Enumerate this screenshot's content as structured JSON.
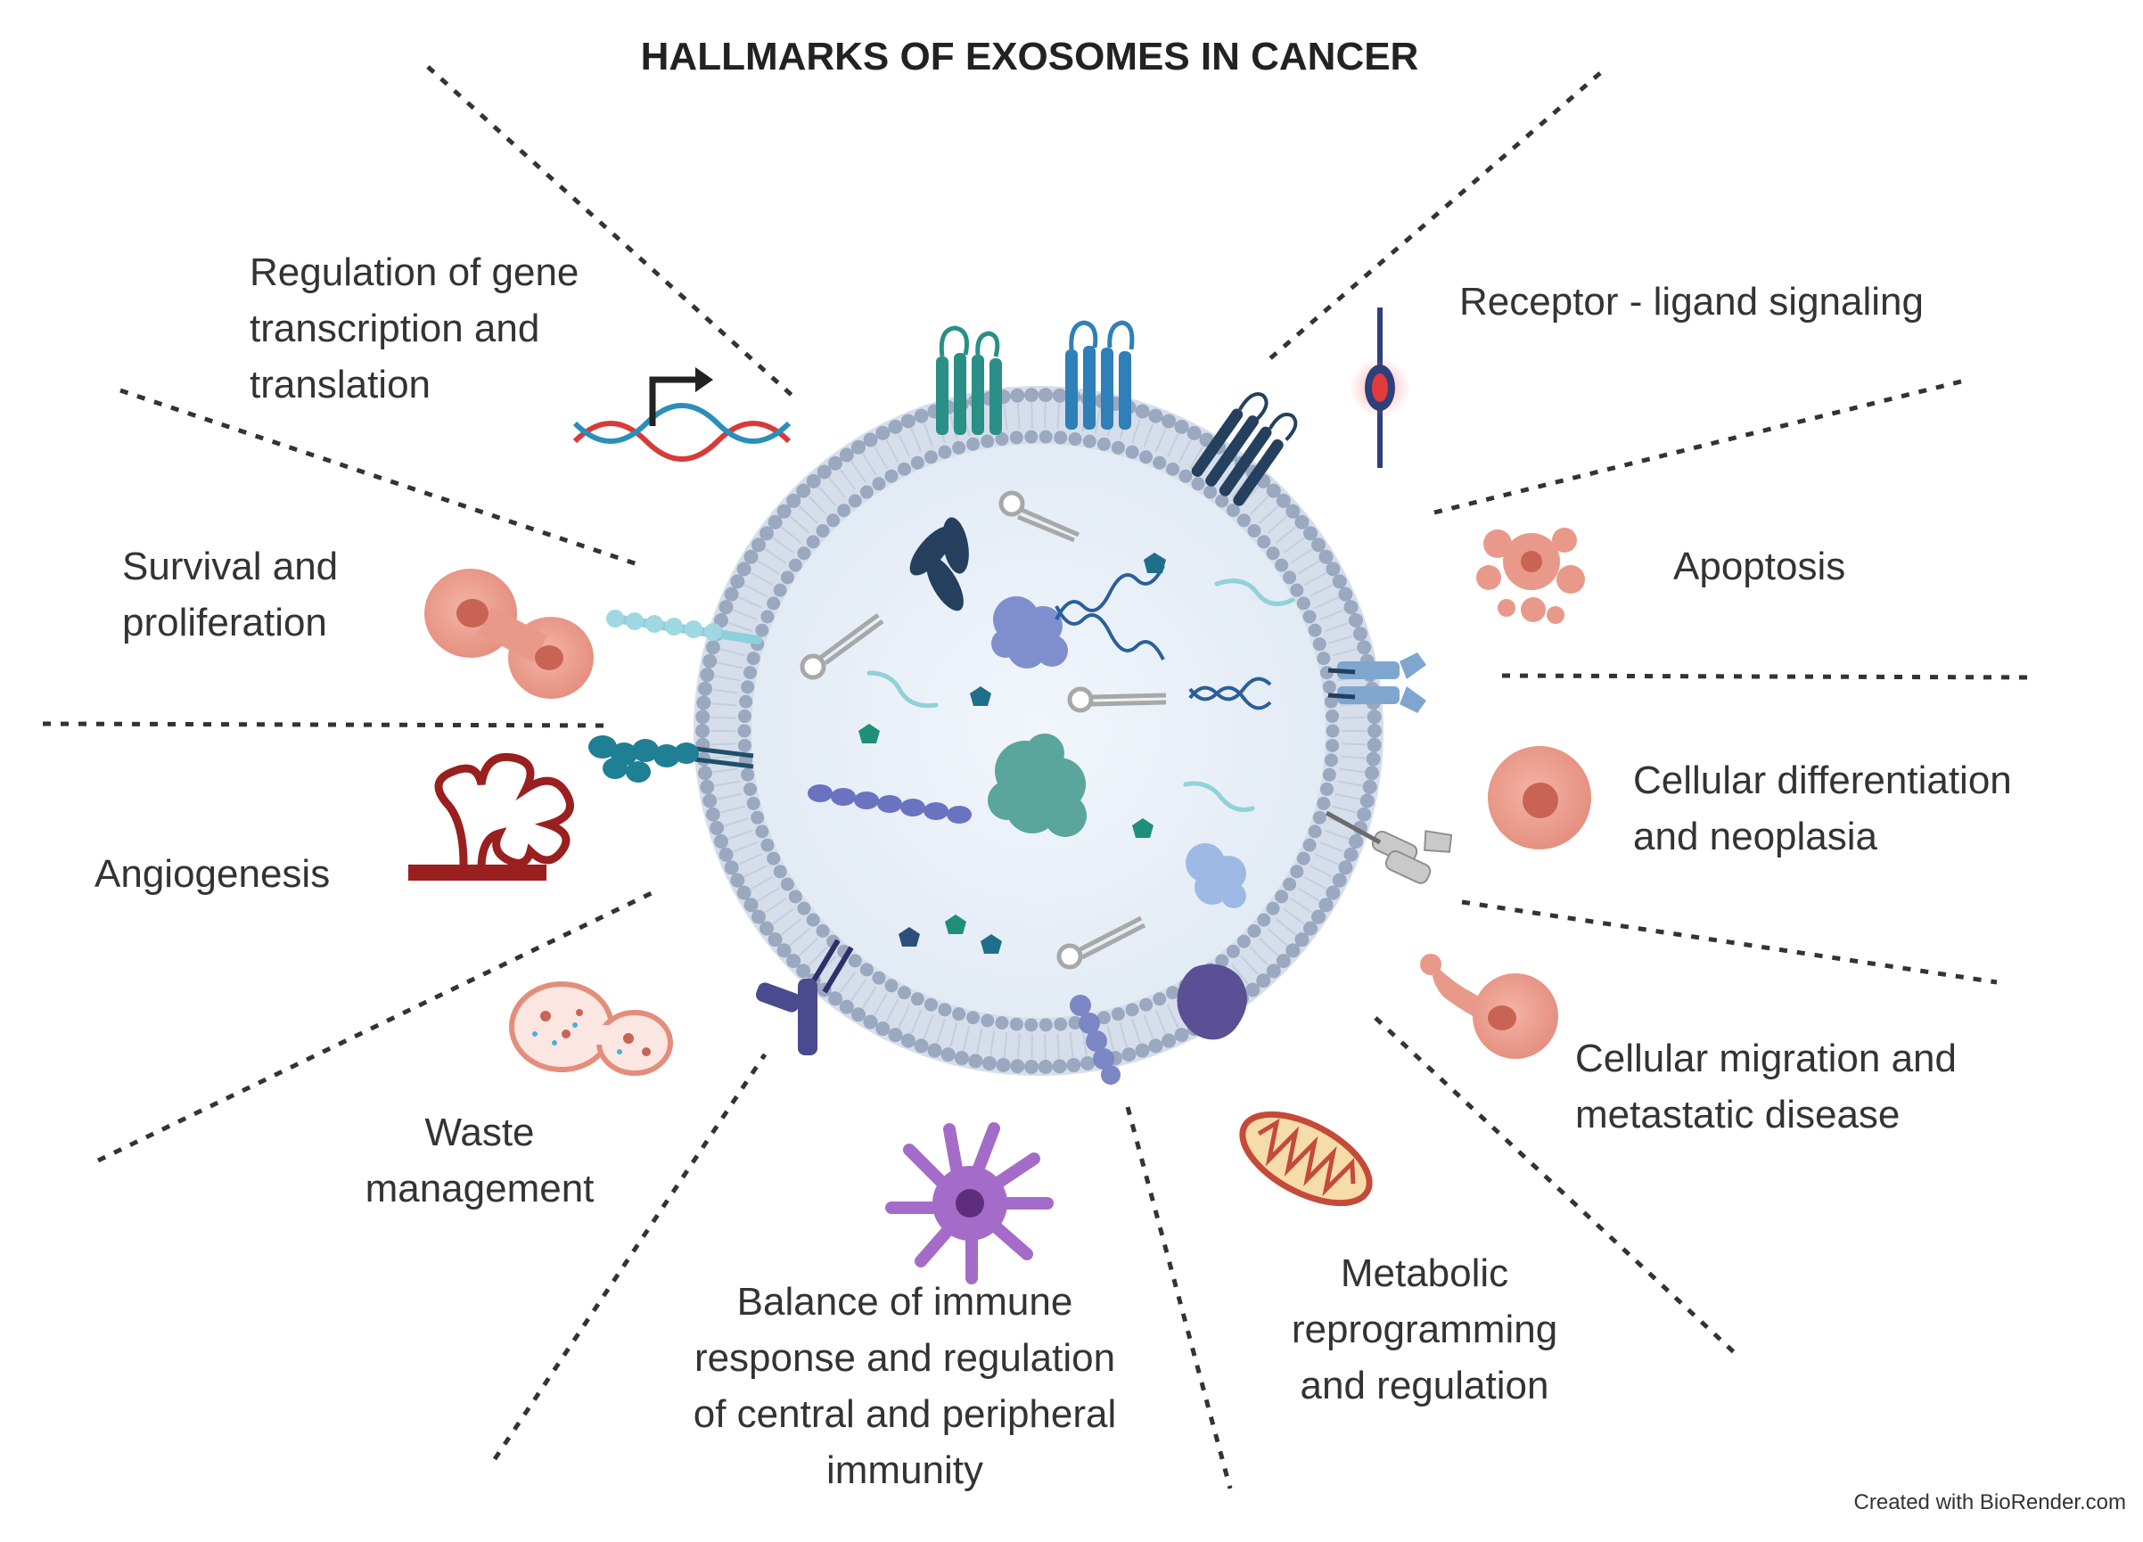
{
  "title": "HALLMARKS OF EXOSOMES IN CANCER",
  "credit": "Created with BioRender.com",
  "hallmarks": [
    {
      "key": "gene",
      "icon": "dna-transcription-icon",
      "lines": [
        "Regulation of gene",
        "transcription and",
        "translation"
      ]
    },
    {
      "key": "receptor",
      "icon": "receptor-ligand-icon",
      "lines": [
        "Receptor - ligand signaling"
      ]
    },
    {
      "key": "survival",
      "icon": "dividing-cell-icon",
      "lines": [
        "Survival and",
        "proliferation"
      ]
    },
    {
      "key": "apoptosis",
      "icon": "apoptotic-cell-icon",
      "lines": [
        "Apoptosis"
      ]
    },
    {
      "key": "angiogenesis",
      "icon": "blood-vessel-icon",
      "lines": [
        "Angiogenesis"
      ]
    },
    {
      "key": "differentiation",
      "icon": "tumor-cell-icon",
      "lines": [
        "Cellular differentiation",
        "and neoplasia"
      ]
    },
    {
      "key": "waste",
      "icon": "waste-vesicle-icon",
      "lines": [
        "Waste",
        "management"
      ]
    },
    {
      "key": "migration",
      "icon": "migrating-cell-icon",
      "lines": [
        "Cellular migration and",
        "metastatic disease"
      ]
    },
    {
      "key": "immune",
      "icon": "dendritic-cell-icon",
      "lines": [
        "Balance of immune",
        "response and regulation",
        "of central and peripheral",
        "immunity"
      ]
    },
    {
      "key": "metabolic",
      "icon": "mitochondrion-icon",
      "lines": [
        "Metabolic",
        "reprogramming",
        "and regulation"
      ]
    }
  ],
  "colors": {
    "membrane": "#9aa8c0",
    "lumen": "#e9f0f8",
    "teal": "#2a8f86",
    "blue": "#2f7fb8",
    "navy": "#24405e",
    "salmon": "#e8998a",
    "vessel": "#9a1f1f"
  }
}
